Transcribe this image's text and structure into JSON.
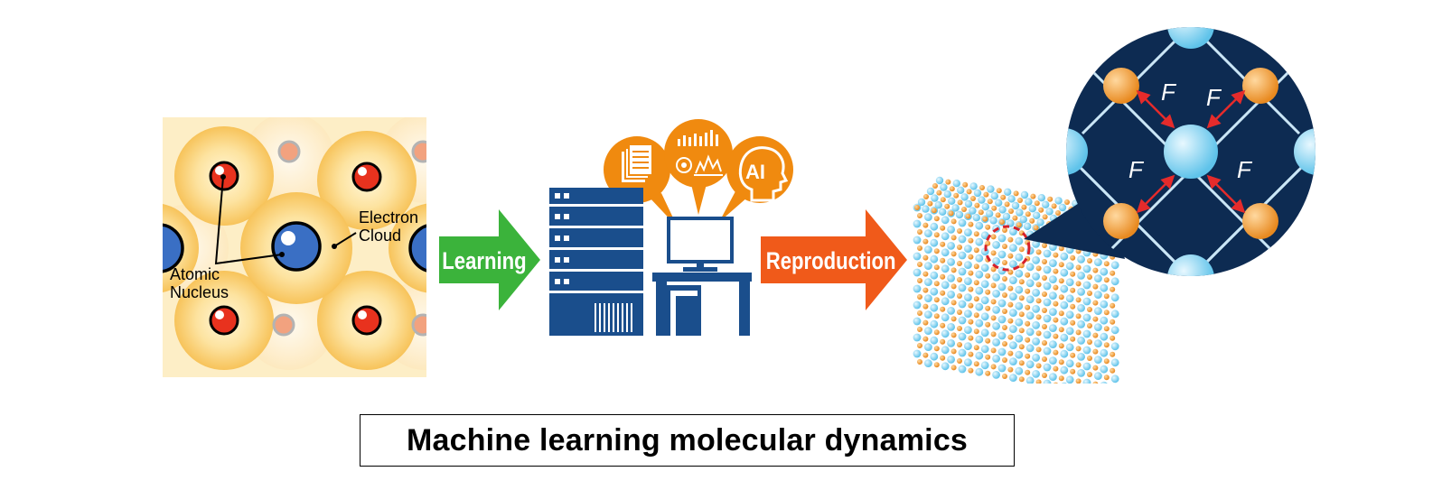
{
  "atoms": {
    "electron_label_line1": "Electron",
    "electron_label_line2": "Cloud",
    "nucleus_label_line1": "Atomic",
    "nucleus_label_line2": "Nucleus"
  },
  "learning_arrow": {
    "label": "Learning",
    "color": "#3bb33b"
  },
  "computer": {
    "ai_label": "AI",
    "bubble_color": "#f08a0f",
    "server_color": "#1a4e8c"
  },
  "reproduction_arrow": {
    "label": "Reproduction",
    "color": "#f05a1a"
  },
  "crystal": {
    "force_symbol": "F",
    "circle_bg": "#0d2b52",
    "dashed_color": "#d6202a"
  },
  "caption": {
    "text": "Machine learning molecular dynamics"
  }
}
